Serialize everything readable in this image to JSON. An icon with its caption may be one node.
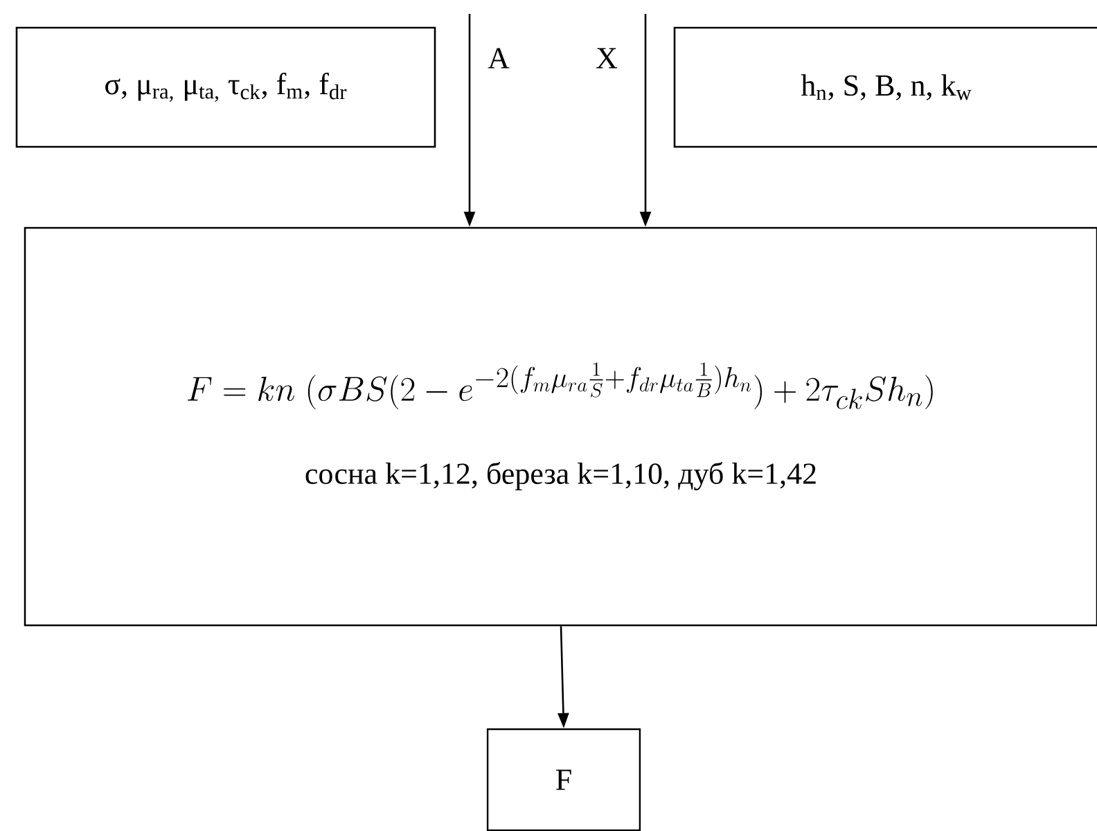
{
  "diagram": {
    "nodes": [
      {
        "text": [
          "σ, μ$_{ra,}$ μ$_{ta,}$ τ$_{ck}$, f$_{m}$, f$_{dr}$"
        ]
      },
      {
        "text": [
          "h$_{n}$, S, B, n, k$_{w}$"
        ]
      },
      {
        "text": [
          "F = kn\\;(\\sigma BS(2-e^{-2(f_m\\mu_{ra}\\frac{1}{S}+f_{dr}\\mu_{ta}\\frac{1}{B})h_n})+2\\tau_{ck}Sh_n)",
          "сосна k=1,12, береза k=1,10, дуб k=1,42"
        ]
      },
      {
        "text": [
          "F"
        ]
      }
    ],
    "edges": [
      {
        "from": null,
        "to": 2,
        "arrow": "to",
        "label": "A"
      },
      {
        "from": null,
        "to": 2,
        "arrow": "to",
        "label": "X"
      },
      {
        "from": 2,
        "to": 3,
        "arrow": "to"
      }
    ]
  }
}
